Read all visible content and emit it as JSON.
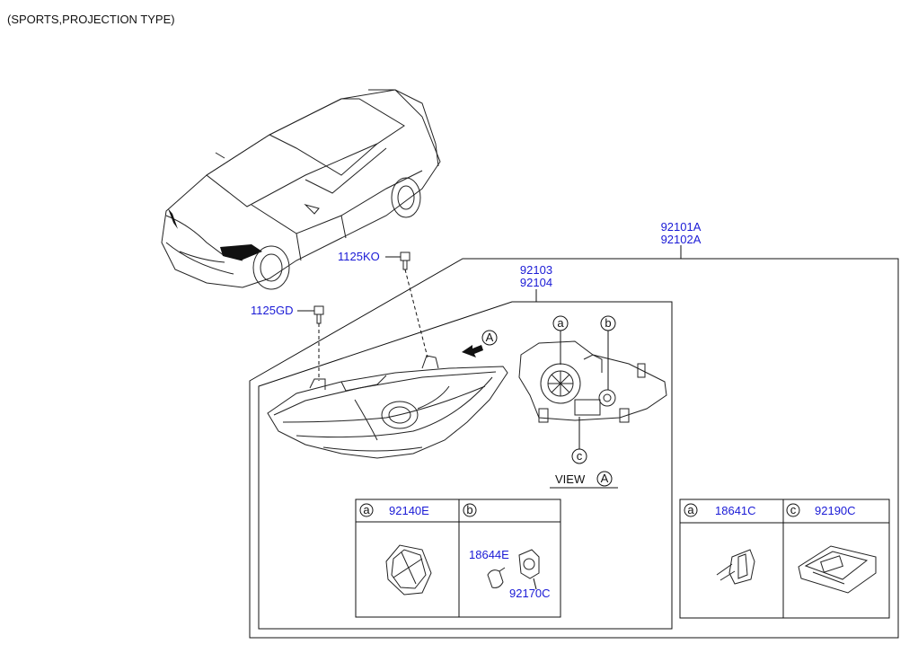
{
  "header": {
    "subtitle": "(SPORTS,PROJECTION TYPE)"
  },
  "assembly": {
    "part_no_1": "92101A",
    "part_no_2": "92102A"
  },
  "sub_assembly": {
    "part_no_1": "92103",
    "part_no_2": "92104"
  },
  "bolts": {
    "upper": "1125KO",
    "lower": "1125GD"
  },
  "view": {
    "label": "VIEW",
    "marker": "A"
  },
  "callouts": {
    "a": "a",
    "b": "b",
    "c": "c"
  },
  "table_left": {
    "cell_a": {
      "key": "a",
      "part": "92140E"
    },
    "cell_b": {
      "key": "b",
      "part_bulb": "18644E",
      "part_socket": "92170C"
    }
  },
  "table_right": {
    "cell_a": {
      "key": "a",
      "part": "18641C"
    },
    "cell_c": {
      "key": "c",
      "part": "92190C"
    }
  }
}
